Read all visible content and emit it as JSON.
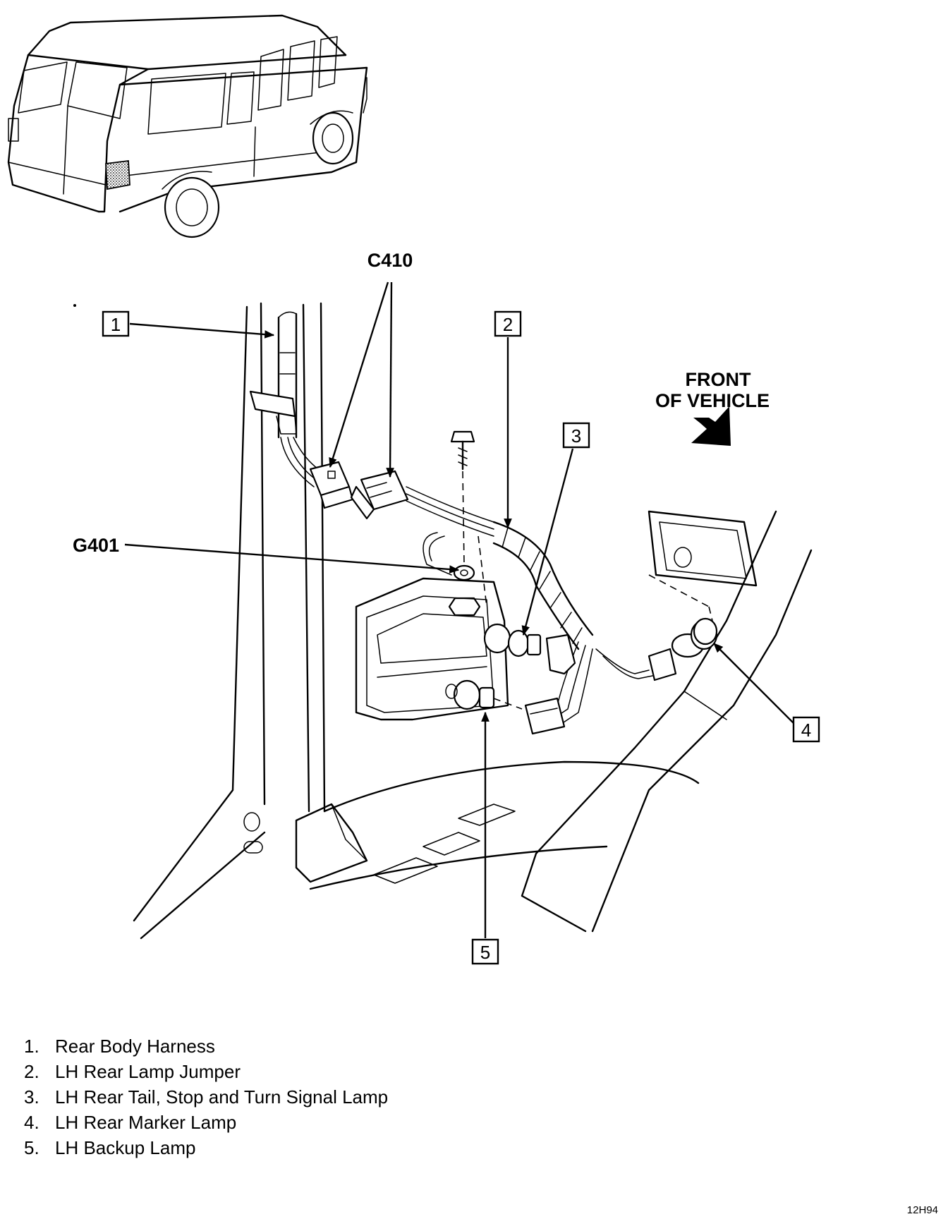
{
  "labels": {
    "connector": "C410",
    "ground": "G401",
    "front_line1": "FRONT",
    "front_line2": "OF VEHICLE",
    "figure_code": "12H94"
  },
  "callouts": [
    "1",
    "2",
    "3",
    "4",
    "5"
  ],
  "legend": [
    {
      "num": "1.",
      "text": "Rear Body Harness"
    },
    {
      "num": "2.",
      "text": "LH Rear Lamp Jumper"
    },
    {
      "num": "3.",
      "text": "LH Rear Tail, Stop and Turn Signal Lamp"
    },
    {
      "num": "4.",
      "text": "LH Rear Marker Lamp"
    },
    {
      "num": "5.",
      "text": "LH Backup Lamp"
    }
  ]
}
